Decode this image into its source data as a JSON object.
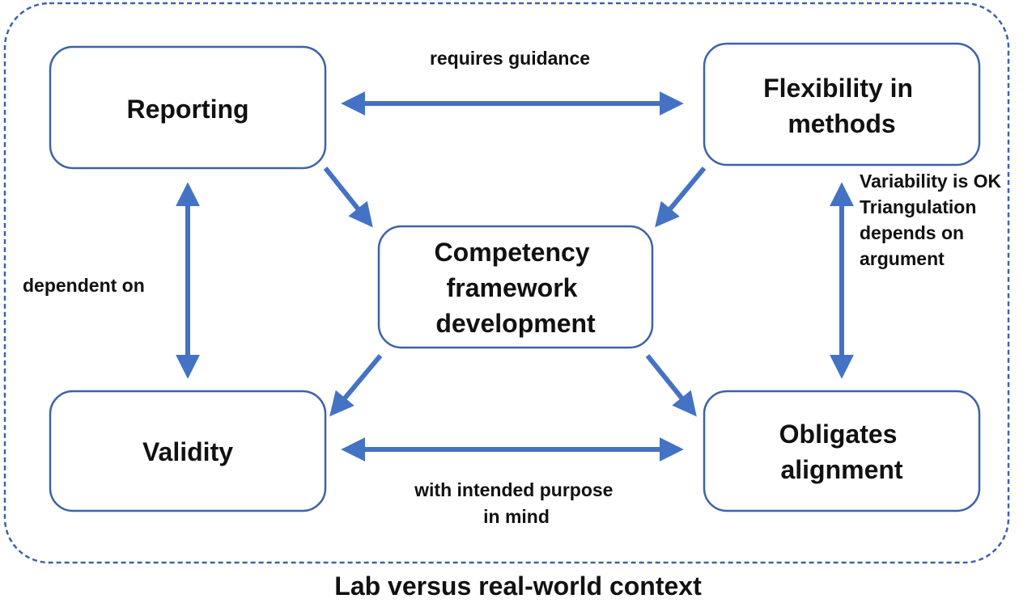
{
  "diagram": {
    "caption": "Lab versus real-world context",
    "nodes": {
      "reporting": {
        "lines": [
          "Reporting"
        ]
      },
      "flexibility": {
        "lines": [
          "Flexibility in",
          "methods"
        ]
      },
      "competency": {
        "lines": [
          "Competency",
          "framework",
          "development"
        ]
      },
      "validity": {
        "lines": [
          "Validity"
        ]
      },
      "obligates": {
        "lines": [
          "Obligates",
          "alignment"
        ]
      }
    },
    "edges": {
      "reporting_flexibility": {
        "label_lines": [
          "requires guidance"
        ]
      },
      "reporting_validity": {
        "label_lines": [
          "dependent on"
        ]
      },
      "validity_obligates": {
        "label_lines": [
          "with intended purpose",
          "in mind"
        ]
      },
      "flexibility_obligates": {
        "label_lines": [
          "Variability is OK",
          "Triangulation",
          "depends on",
          "argument"
        ]
      }
    },
    "colors": {
      "box_stroke": "#3f62a6",
      "arrow": "#4472c4",
      "text": "#111111"
    }
  }
}
